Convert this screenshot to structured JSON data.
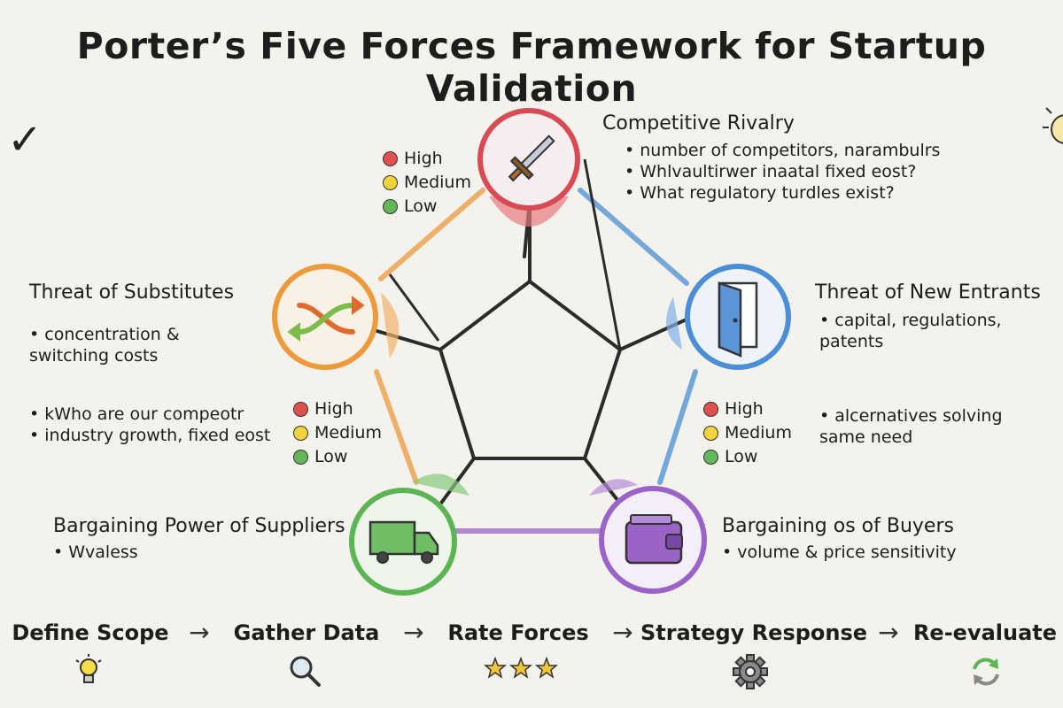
{
  "title": "Porter’s Five Forces Framework for Startup Validation",
  "rating_levels": [
    "High",
    "Medium",
    "Low"
  ],
  "rating_colors": {
    "High": "#e0504f",
    "Medium": "#f3d33c",
    "Low": "#63b75a"
  },
  "forces": {
    "rivalry": {
      "title": "Competitive Rivalry",
      "bullets": [
        "number of competitors, narambulrs",
        "Whlvaultirwer inaatal fixed eost?",
        "What regulatory turdles exist?"
      ],
      "icon": "sword-icon",
      "color": "#d94a53"
    },
    "new_entrants": {
      "title": "Threat of New Entrants",
      "bullets": [
        "capital, regulations, patents"
      ],
      "extra_bullets": [
        "alcernatives solving same need"
      ],
      "icon": "door-icon",
      "color": "#4a8fd6"
    },
    "substitutes": {
      "title": "Threat of Substitutes",
      "bullets": [
        "concentration & switching costs"
      ],
      "extra_bullets": [
        "kWho are our compeotr",
        "industry growth, fixed eost"
      ],
      "icon": "shuffle-icon",
      "color": "#ec9a3c"
    },
    "suppliers": {
      "title": "Bargaining Power of Suppliers",
      "bullets": [
        "Wvaless"
      ],
      "icon": "truck-icon",
      "color": "#5ab552"
    },
    "buyers": {
      "title": "Bargaining os of Buyers",
      "bullets": [
        "volume & price sensitivity"
      ],
      "icon": "wallet-icon",
      "color": "#9b63c8"
    }
  },
  "process": {
    "steps": [
      {
        "label": "Define Scope",
        "icon": "lightbulb-icon"
      },
      {
        "label": "Gather Data",
        "icon": "magnifier-icon"
      },
      {
        "label": "Rate Forces",
        "icon": "three-stars-icon"
      },
      {
        "label": "Strategy Response",
        "icon": "gear-icon"
      },
      {
        "label": "Re-evaluate",
        "icon": "refresh-icon"
      }
    ],
    "arrow_glyph": "→"
  },
  "decorations": {
    "check_glyph": "✓",
    "corner_icon": "lightbulb-icon"
  }
}
